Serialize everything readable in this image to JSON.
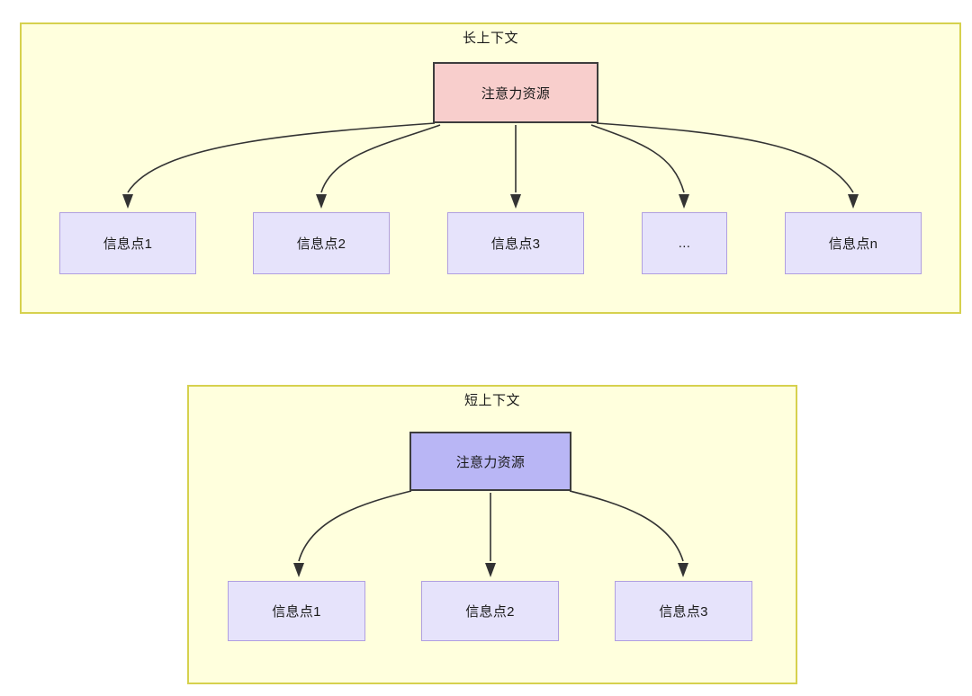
{
  "diagram": {
    "title_semantic": "attention-resource-allocation-long-vs-short-context",
    "colors": {
      "panel_fill": "#ffffdd",
      "panel_border": "#d6d14e",
      "attention_long_fill": "#f8cecc",
      "attention_short_fill": "#b9b6f5",
      "attention_border": "#3d3d3d",
      "info_fill": "#e6e3fb",
      "info_border": "#b09fe0",
      "edge_stroke": "#333333",
      "text": "#1a1a1a",
      "background": "#ffffff"
    }
  },
  "panels": [
    {
      "id": "long-context",
      "title": "长上下文",
      "root": {
        "label": "注意力资源"
      },
      "children": [
        {
          "label": "信息点1"
        },
        {
          "label": "信息点2"
        },
        {
          "label": "信息点3"
        },
        {
          "label": "..."
        },
        {
          "label": "信息点n"
        }
      ]
    },
    {
      "id": "short-context",
      "title": "短上下文",
      "root": {
        "label": "注意力资源"
      },
      "children": [
        {
          "label": "信息点1"
        },
        {
          "label": "信息点2"
        },
        {
          "label": "信息点3"
        }
      ]
    }
  ]
}
